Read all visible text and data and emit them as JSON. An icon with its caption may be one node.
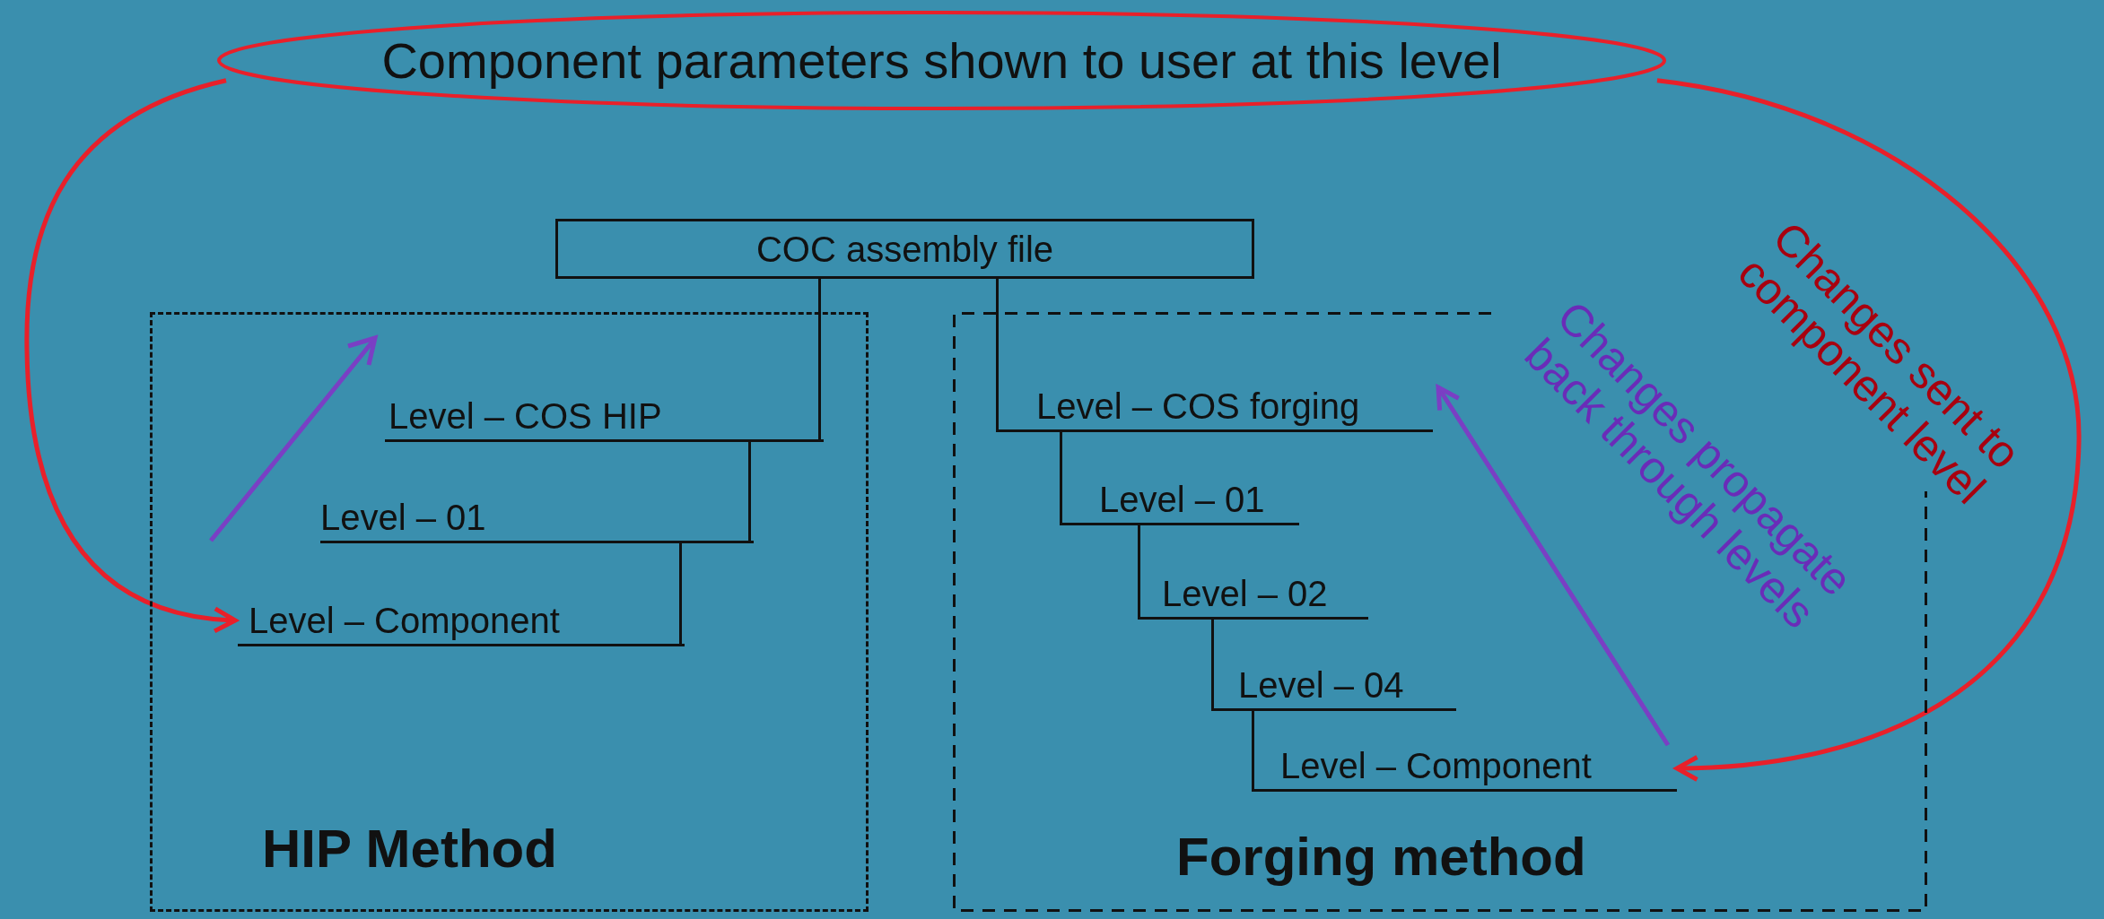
{
  "diagram": {
    "nodes": [
      {
        "text": [
          "Component parameters shown to user at this level"
        ]
      },
      {
        "text": [
          "COC assembly file"
        ]
      },
      {
        "text": [
          "HIP Method"
        ]
      },
      {
        "text": [
          "Level – COS HIP"
        ],
        "in": 2
      },
      {
        "text": [
          "Level – 01"
        ],
        "in": 2
      },
      {
        "text": [
          "Level – Component"
        ],
        "in": 2
      },
      {
        "text": [
          "Forging method"
        ]
      },
      {
        "text": [
          "Level – COS forging"
        ],
        "in": 6
      },
      {
        "text": [
          "Level – 01"
        ],
        "in": 6
      },
      {
        "text": [
          "Level – 02"
        ],
        "in": 6
      },
      {
        "text": [
          "Level – 04"
        ],
        "in": 6
      },
      {
        "text": [
          "Level – Component"
        ],
        "in": 6
      }
    ],
    "edges": [
      {
        "from": 1,
        "to": 3,
        "arrow": "none"
      },
      {
        "from": 3,
        "to": 4,
        "arrow": "none"
      },
      {
        "from": 4,
        "to": 5,
        "arrow": "none"
      },
      {
        "from": 1,
        "to": 7,
        "arrow": "none"
      },
      {
        "from": 7,
        "to": 8,
        "arrow": "none"
      },
      {
        "from": 8,
        "to": 9,
        "arrow": "none"
      },
      {
        "from": 9,
        "to": 10,
        "arrow": "none"
      },
      {
        "from": 10,
        "to": 11,
        "arrow": "none"
      },
      {
        "from": 0,
        "to": 5,
        "arrow": "to",
        "color": "#e8202a"
      },
      {
        "from": 0,
        "to": 11,
        "arrow": "to",
        "color": "#e8202a"
      },
      {
        "from": 11,
        "to": 7,
        "arrow": "to",
        "color": "#7a3fc4"
      }
    ],
    "labels": [
      "Changes sent to component level",
      "Changes propagate back through levels"
    ]
  }
}
